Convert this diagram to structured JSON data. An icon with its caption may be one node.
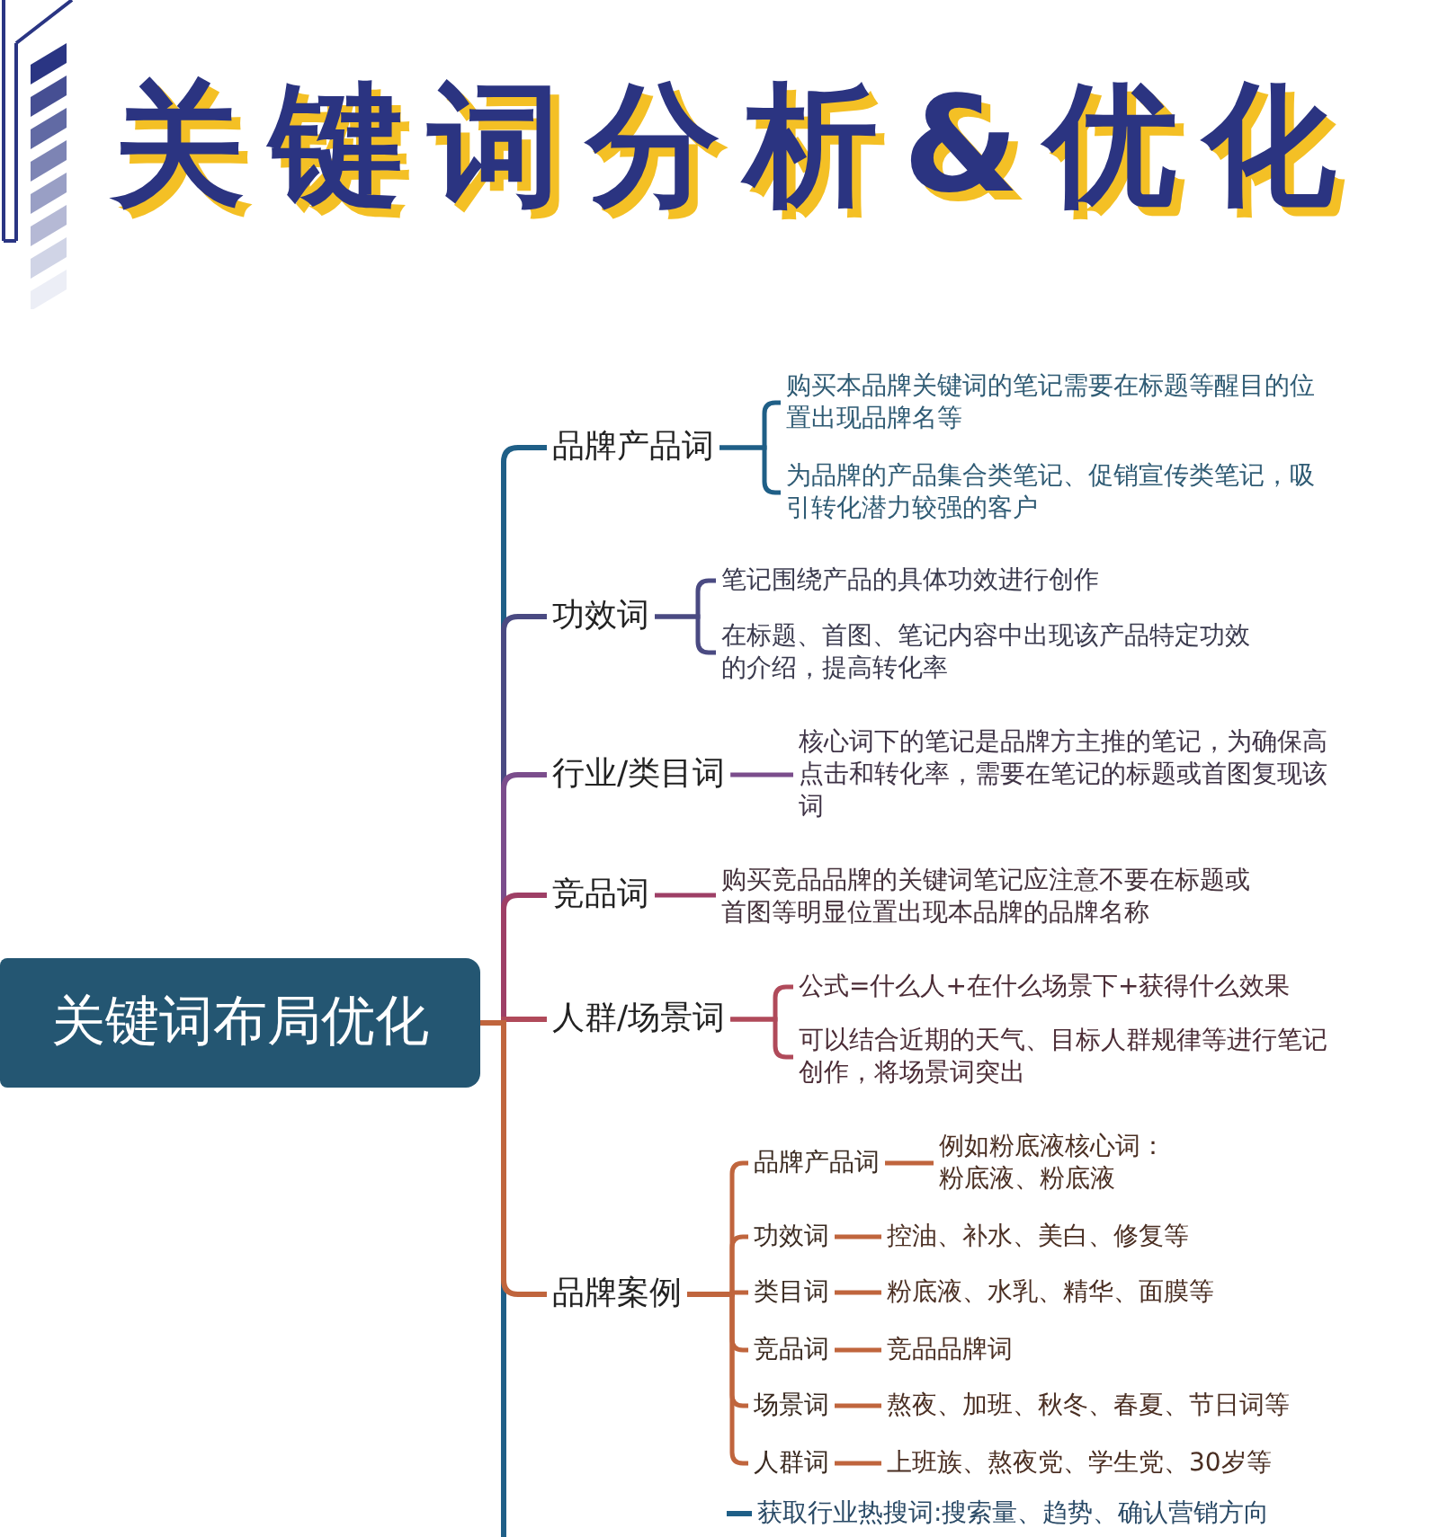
{
  "diagram": {
    "title": "关键词分析&优化",
    "nodes": [
      {
        "text": [
          "关键词布局优化"
        ]
      },
      {
        "text": [
          "品牌产品词"
        ]
      },
      {
        "text": [
          "购买本品牌关键词的笔记需要在标题等醒目的位置出现品牌名等"
        ]
      },
      {
        "text": [
          "为品牌的产品集合类笔记、促销宣传类笔记，吸引转化潜力较强的客户"
        ]
      },
      {
        "text": [
          "功效词"
        ]
      },
      {
        "text": [
          "笔记围绕产品的具体功效进行创作"
        ]
      },
      {
        "text": [
          "在标题、首图、笔记内容中出现该产品特定功效的介绍，提高转化率"
        ]
      },
      {
        "text": [
          "行业/类目词"
        ]
      },
      {
        "text": [
          "核心词下的笔记是品牌方主推的笔记，为确保高点击和转化率，需要在笔记的标题或首图复现该词"
        ]
      },
      {
        "text": [
          "竞品词"
        ]
      },
      {
        "text": [
          "购买竞品品牌的关键词笔记应注意不要在标题或首图等明显位置出现本品牌的品牌名称"
        ]
      },
      {
        "text": [
          "人群/场景词"
        ]
      },
      {
        "text": [
          "公式=什么人+在什么场景下+获得什么效果"
        ]
      },
      {
        "text": [
          "可以结合近期的天气、目标人群规律等进行笔记创作，将场景词突出"
        ]
      },
      {
        "text": [
          "品牌案例"
        ]
      },
      {
        "text": [
          "品牌产品词"
        ]
      },
      {
        "text": [
          "例如粉底液核心词：粉底液、粉底液"
        ]
      },
      {
        "text": [
          "功效词"
        ]
      },
      {
        "text": [
          "控油、补水、美白、修复等"
        ]
      },
      {
        "text": [
          "类目词"
        ]
      },
      {
        "text": [
          "粉底液、水乳、精华、面膜等"
        ]
      },
      {
        "text": [
          "竞品词"
        ]
      },
      {
        "text": [
          "竞品品牌词"
        ]
      },
      {
        "text": [
          "场景词"
        ]
      },
      {
        "text": [
          "熬夜、加班、秋冬、春夏、节日词等"
        ]
      },
      {
        "text": [
          "人群词"
        ]
      },
      {
        "text": [
          "上班族、熬夜党、学生党、30岁等"
        ]
      },
      {
        "text": [
          "获取行业热搜词:搜索量、趋势、确认营销方向"
        ]
      }
    ],
    "edges": [
      {
        "from": 0,
        "to": 1,
        "arrow": "none",
        "color": "#1f5f87"
      },
      {
        "from": 1,
        "to": 2,
        "arrow": "none",
        "color": "#1f5f87"
      },
      {
        "from": 1,
        "to": 3,
        "arrow": "none",
        "color": "#1f5f87"
      },
      {
        "from": 0,
        "to": 4,
        "arrow": "none",
        "color": "#4a4a82"
      },
      {
        "from": 4,
        "to": 5,
        "arrow": "none",
        "color": "#4a4a82"
      },
      {
        "from": 4,
        "to": 6,
        "arrow": "none",
        "color": "#4a4a82"
      },
      {
        "from": 0,
        "to": 7,
        "arrow": "none",
        "color": "#7b4d8c"
      },
      {
        "from": 7,
        "to": 8,
        "arrow": "none",
        "color": "#7b4d8c"
      },
      {
        "from": 0,
        "to": 9,
        "arrow": "none",
        "color": "#9e3f66"
      },
      {
        "from": 9,
        "to": 10,
        "arrow": "none",
        "color": "#9e3f66"
      },
      {
        "from": 0,
        "to": 11,
        "arrow": "none",
        "color": "#b04a5a"
      },
      {
        "from": 11,
        "to": 12,
        "arrow": "none",
        "color": "#b04a5a"
      },
      {
        "from": 11,
        "to": 13,
        "arrow": "none",
        "color": "#b04a5a"
      },
      {
        "from": 0,
        "to": 14,
        "arrow": "none"
      },
      {
        "from": 14,
        "to": 15,
        "arrow": "none"
      },
      {
        "from": 15,
        "to": 16,
        "arrow": "none"
      },
      {
        "from": 14,
        "to": 17,
        "arrow": "none"
      },
      {
        "from": 17,
        "to": 18,
        "arrow": "none"
      },
      {
        "from": 14,
        "to": 19,
        "arrow": "none"
      },
      {
        "from": 19,
        "to": 20,
        "arrow": "none"
      },
      {
        "from": 14,
        "to": 21,
        "arrow": "none"
      },
      {
        "from": 21,
        "to": 22,
        "arrow": "none"
      },
      {
        "from": 14,
        "to": 23,
        "arrow": "none"
      },
      {
        "from": 23,
        "to": 24,
        "arrow": "none"
      },
      {
        "from": 14,
        "to": 25,
        "arrow": "none"
      },
      {
        "from": 25,
        "to": 26,
        "arrow": "none"
      },
      {
        "from": 0,
        "to": null,
        "arrow": "none",
        "color": "#1f5f87"
      },
      {
        "from": null,
        "to": 27,
        "arrow": "none",
        "color": "#1f5f87"
      }
    ]
  }
}
